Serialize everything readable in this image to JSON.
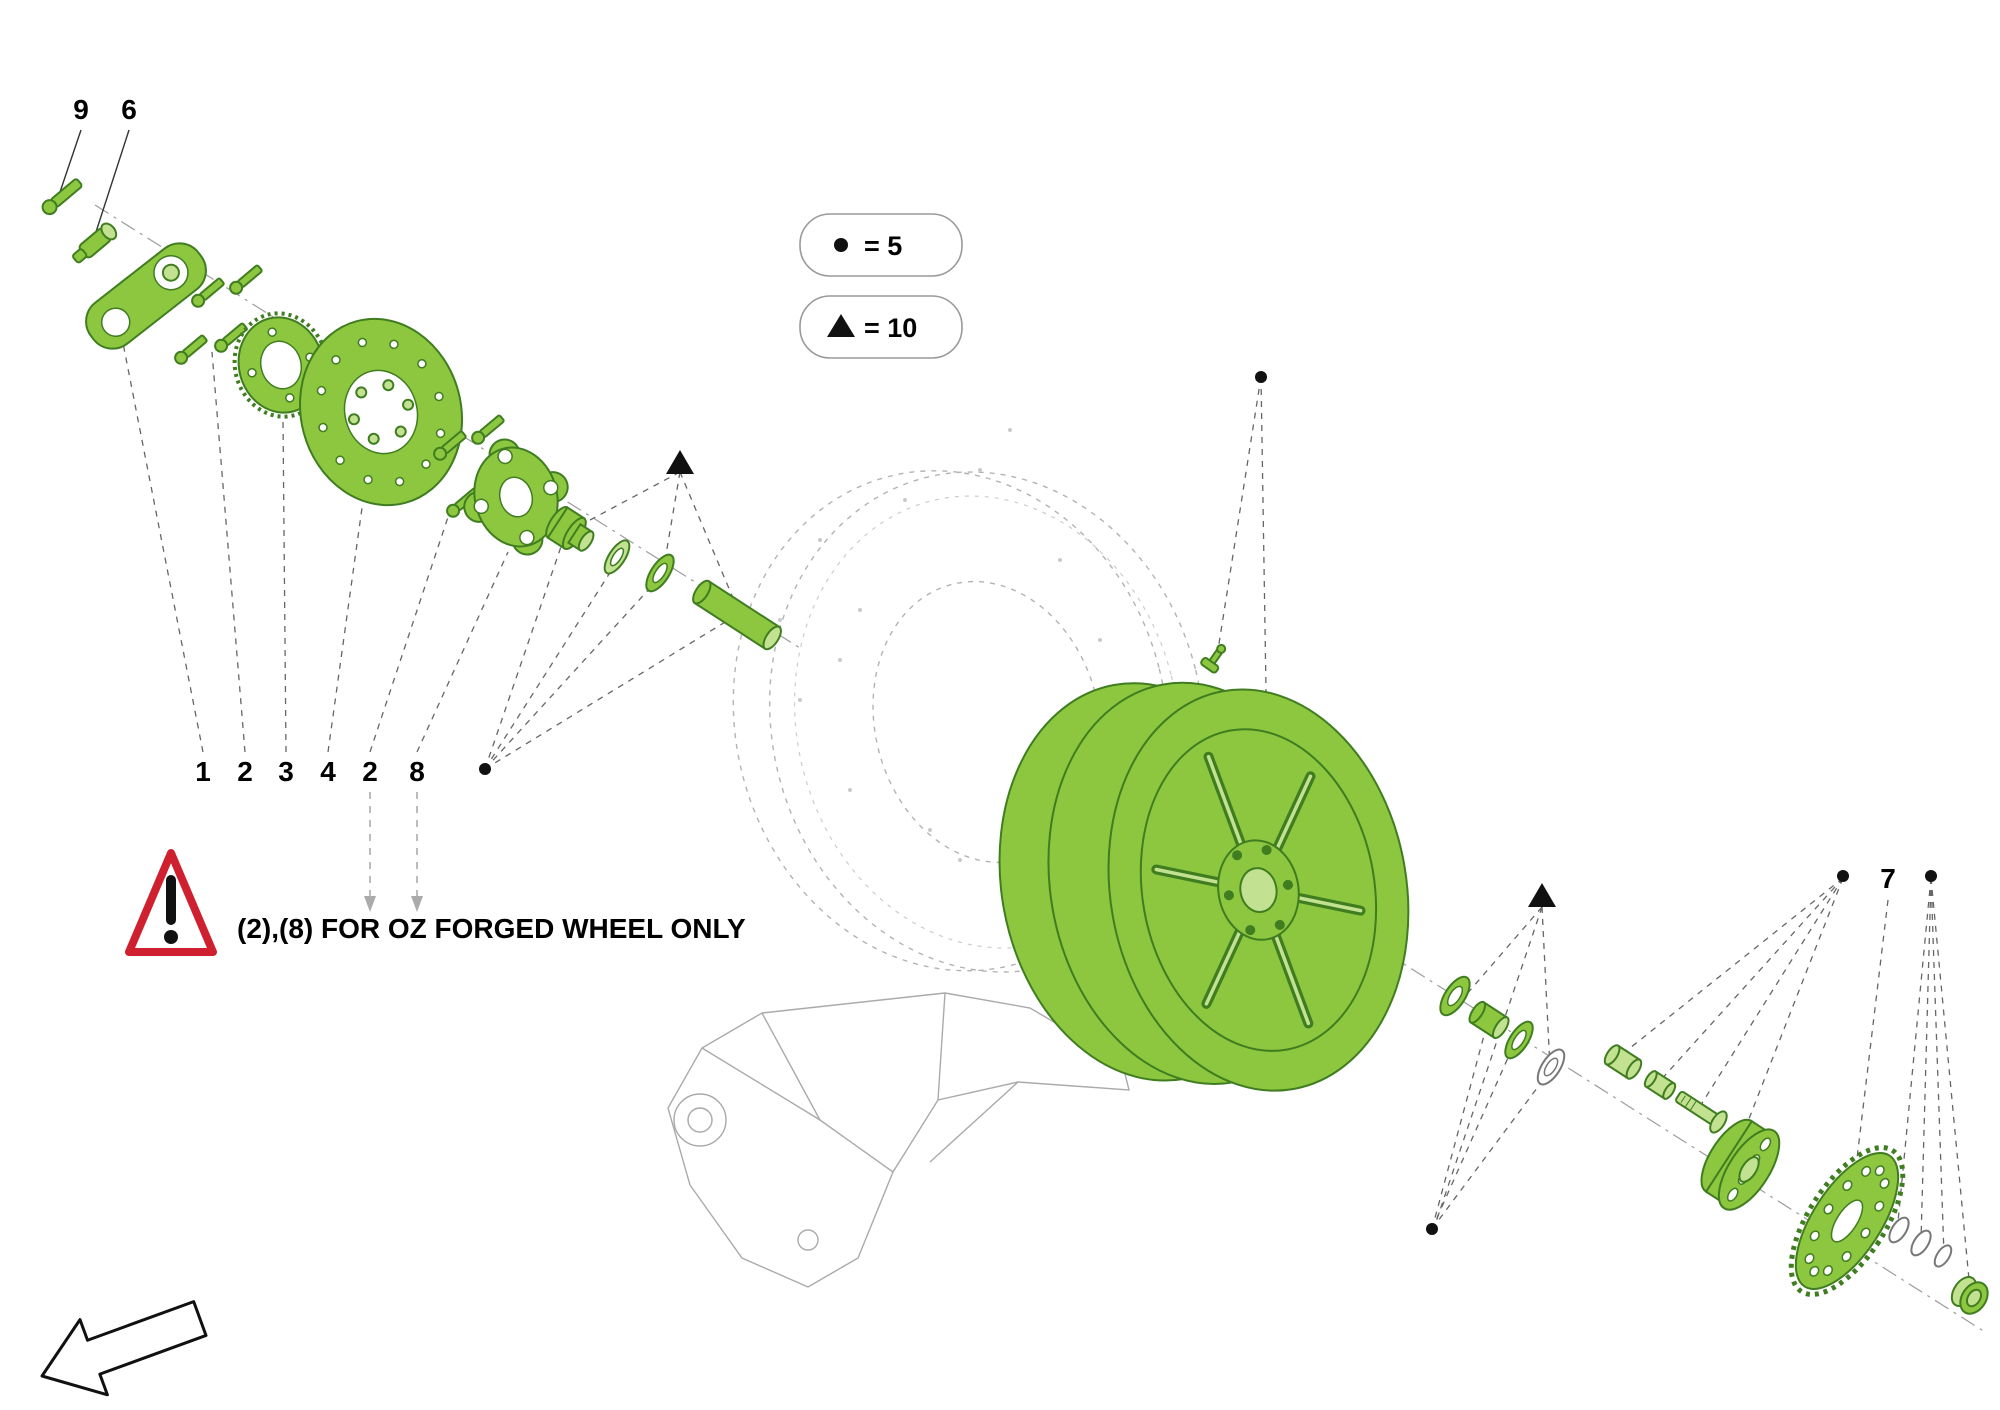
{
  "legend": {
    "items": [
      {
        "marker": "filled-circle",
        "label": "= 5"
      },
      {
        "marker": "filled-triangle",
        "label": "= 10"
      }
    ]
  },
  "callouts": {
    "top_left": [
      "9",
      "6"
    ],
    "bottom_row": [
      "1",
      "2",
      "3",
      "4",
      "2",
      "8"
    ],
    "right": [
      "7"
    ]
  },
  "note": {
    "text": "(2),(8) FOR OZ FORGED WHEEL ONLY"
  },
  "colors": {
    "part_green": "#8dc63f",
    "part_green_dark": "#3f7d20",
    "part_green_light": "#c2e191",
    "ghost": "#aaaaaa",
    "warning_red": "#cf2030"
  }
}
